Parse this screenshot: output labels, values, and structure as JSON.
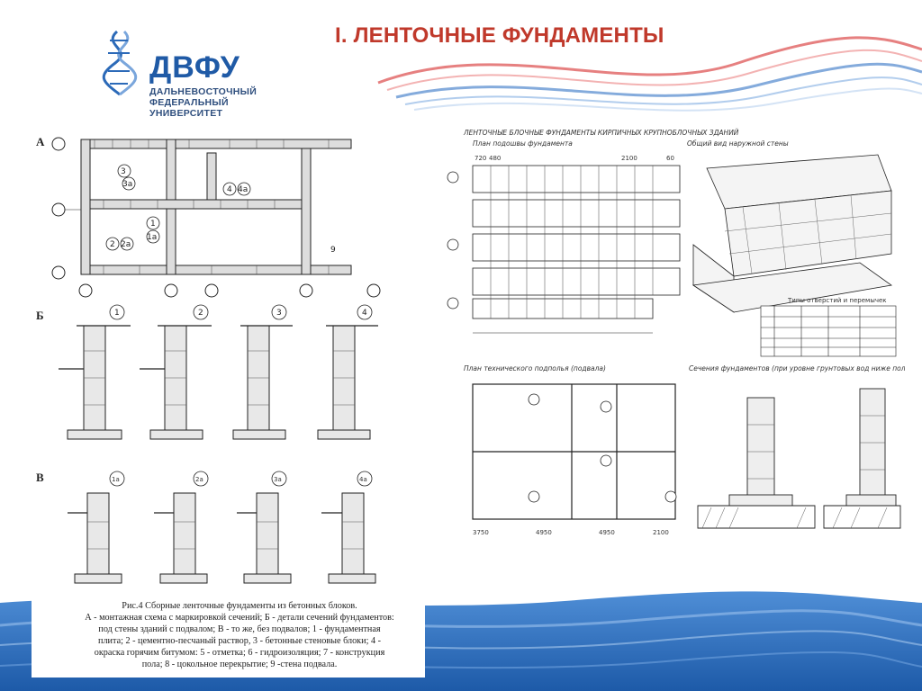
{
  "header": {
    "title": "I. ЛЕНТОЧНЫЕ ФУНДАМЕНТЫ"
  },
  "logo": {
    "name": "ДВФУ",
    "line1": "ДАЛЬНЕВОСТОЧНЫЙ",
    "line2": "ФЕДЕРАЛЬНЫЙ",
    "line3": "УНИВЕРСИТЕТ"
  },
  "colors": {
    "title": "#c0392b",
    "logo_blue": "#1f5aa6",
    "wave_red": "#d9534f",
    "wave_blue": "#4a7fc1",
    "bottom_blue": "#2b6cb8"
  },
  "left_drawing": {
    "section_letters": [
      "А",
      "Б",
      "В"
    ],
    "plan_markers": [
      "3",
      "3а",
      "1",
      "1а",
      "2",
      "2а",
      "4",
      "4а",
      "9"
    ],
    "detail_markers_b": [
      "1",
      "2",
      "3",
      "4"
    ],
    "detail_markers_v": [
      "1а",
      "2а",
      "3а",
      "4а"
    ],
    "caption": [
      "Рис.4 Сборные ленточные фундаменты из бетонных блоков.",
      "А - монтажная схема с маркировкой сечений; Б - детали сечений фундаментов:",
      "под стены зданий с подвалом; В - то же, без подвалов; 1 - фундаментная",
      "плита; 2 - цементно-песчаный раствор, 3 - бетонные стеновые блоки; 4 -",
      "окраска горячим битумом: 5 - отметка; 6 - гидроизоляция; 7 - конструкция",
      "пола; 8 - цокольное перекрытие; 9 -стена подвала."
    ]
  },
  "right_drawing": {
    "title_top": "ЛЕНТОЧНЫЕ БЛОЧНЫЕ ФУНДАМЕНТЫ КИРПИЧНЫХ КРУПНОБЛОЧНЫХ ЗДАНИЙ",
    "plan_title": "План подошвы фундамента",
    "wall_title": "Общий вид наружной стены",
    "basement_title": "План технического подполья (подвала)",
    "sections_title": "Сечения фундаментов (при уровне грунтовых вод ниже пола подвала)",
    "table_title": "Типы отверстий и перемычек",
    "dims_top": [
      "720",
      "480",
      "2100",
      "60"
    ],
    "dims_bottom": [
      "3750",
      "4950",
      "4950",
      "2100"
    ]
  }
}
